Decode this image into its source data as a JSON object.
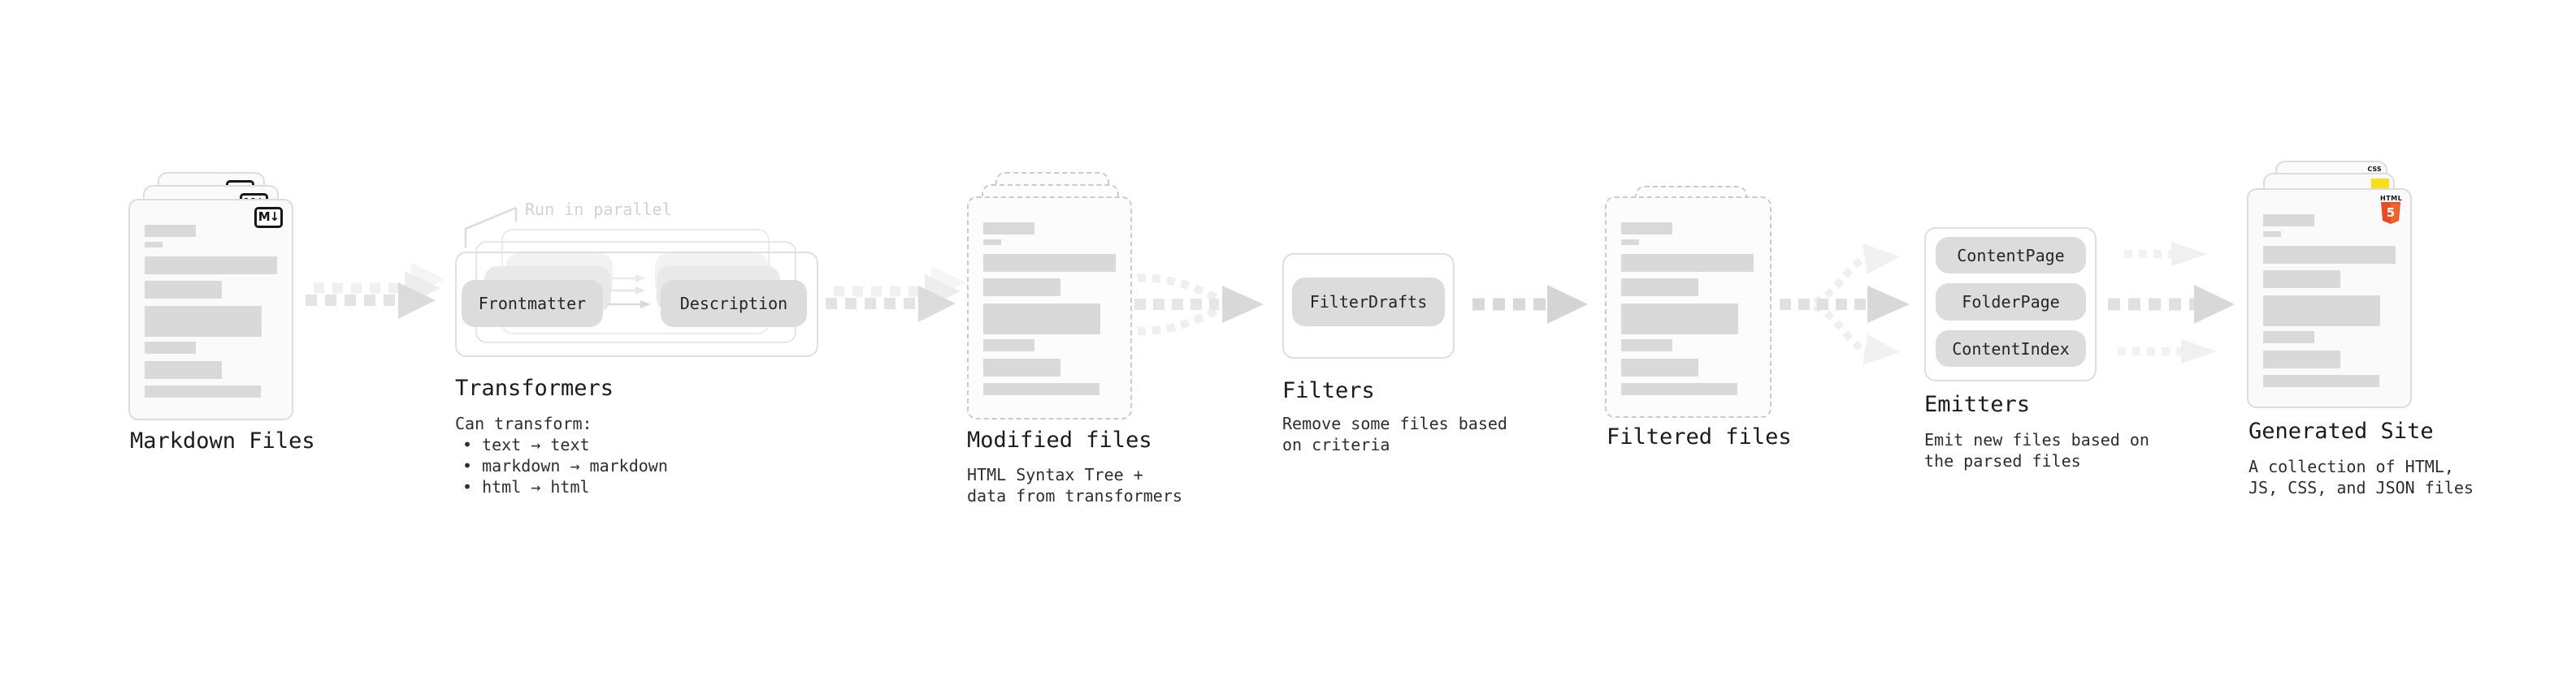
{
  "diagram": {
    "markdown_files": {
      "label": "Markdown Files",
      "badge": "M↓"
    },
    "transformers": {
      "label": "Transformers",
      "parallel_note": "Run in parallel",
      "pills": [
        "Frontmatter",
        "Description"
      ],
      "notes": [
        "Can transform:",
        "• text → text",
        "• markdown → markdown",
        "• html → html"
      ]
    },
    "modified_files": {
      "label": "Modified files",
      "notes": [
        "HTML Syntax Tree +",
        "data from transformers"
      ]
    },
    "filters": {
      "label": "Filters",
      "pills": [
        "FilterDrafts"
      ],
      "notes": [
        "Remove some files based",
        "on criteria"
      ]
    },
    "filtered_files": {
      "label": "Filtered files"
    },
    "emitters": {
      "label": "Emitters",
      "pills": [
        "ContentPage",
        "FolderPage",
        "ContentIndex"
      ],
      "notes": [
        "Emit new files based on",
        "the parsed files"
      ]
    },
    "generated_site": {
      "label": "Generated Site",
      "notes": [
        "A collection of HTML,",
        "JS, CSS, and JSON files"
      ],
      "badges": {
        "css": "CSS",
        "html": "HTML",
        "html_number": "5"
      }
    }
  },
  "colors": {
    "css_blue": "#2965f1",
    "js_yellow": "#f7df1e",
    "html5_orange": "#e44d26",
    "html5_orange_light": "#f16529"
  }
}
